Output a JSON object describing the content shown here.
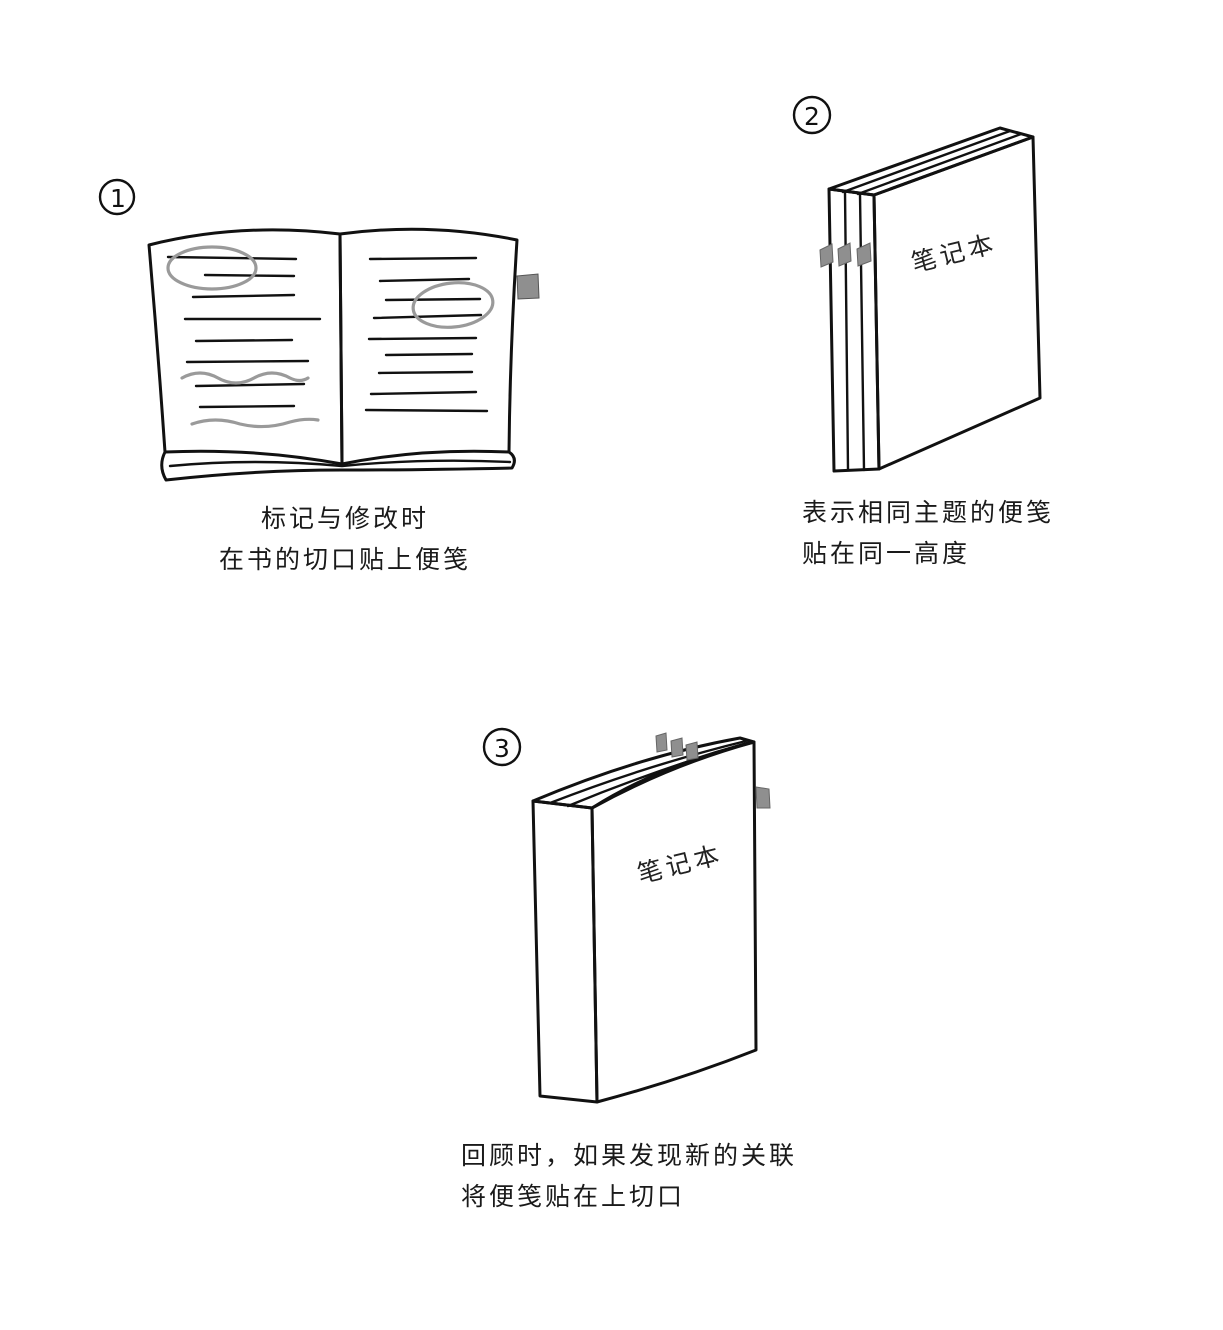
{
  "steps": [
    {
      "number": "1",
      "caption_lines": [
        "标记与修改时",
        "在书的切口贴上便笺"
      ]
    },
    {
      "number": "2",
      "cover_title": "笔记本",
      "caption_lines": [
        "表示相同主题的便笺",
        "贴在同一高度"
      ]
    },
    {
      "number": "3",
      "cover_title": "笔记本",
      "caption_lines": [
        "回顾时，如果发现新的关联",
        "将便笺贴在上切口"
      ]
    }
  ],
  "colors": {
    "ink": "#111111",
    "cover_fill": "#cfcfcf",
    "sticky_note": "#8f8f8f",
    "highlight": "#9a9a9a",
    "background": "#ffffff"
  }
}
